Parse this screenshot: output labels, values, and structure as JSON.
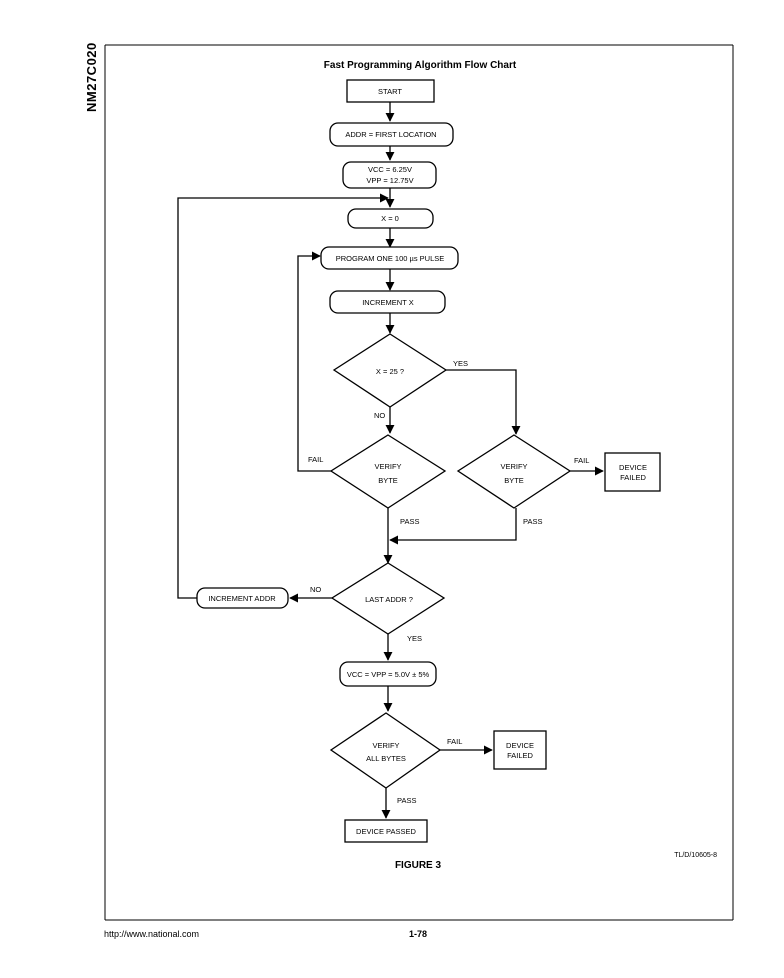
{
  "document": {
    "side_label": "NM27C020",
    "title": "Fast Programming Algorithm Flow Chart",
    "figure_caption": "FIGURE 3",
    "reference_code": "TL/D/10605-8",
    "footer_url": "http://www.national.com",
    "page_number": "1-78"
  },
  "nodes": {
    "start": "START",
    "addr_first": "ADDR = FIRST LOCATION",
    "vcc_line": "VCC = 6.25V",
    "vpp_line": "VPP = 12.75V",
    "x_zero": "X = 0",
    "program_pulse": "PROGRAM ONE 100 µs PULSE",
    "increment_x": "INCREMENT X",
    "x_check": "X = 25 ?",
    "verify_left_1": "VERIFY",
    "verify_left_2": "BYTE",
    "verify_right_1": "VERIFY",
    "verify_right_2": "BYTE",
    "device_failed_1_a": "DEVICE",
    "device_failed_1_b": "FAILED",
    "last_addr": "LAST ADDR ?",
    "increment_addr": "INCREMENT ADDR",
    "vcc_vpp_5v": "VCC = VPP = 5.0V ± 5%",
    "verify_all_1": "VERIFY",
    "verify_all_2": "ALL BYTES",
    "device_failed_2_a": "DEVICE",
    "device_failed_2_b": "FAILED",
    "device_passed": "DEVICE PASSED"
  },
  "edges": {
    "x_yes": "YES",
    "x_no": "NO",
    "left_fail": "FAIL",
    "left_pass": "PASS",
    "right_fail": "FAIL",
    "right_pass": "PASS",
    "last_no": "NO",
    "last_yes": "YES",
    "all_fail": "FAIL",
    "all_pass": "PASS"
  }
}
